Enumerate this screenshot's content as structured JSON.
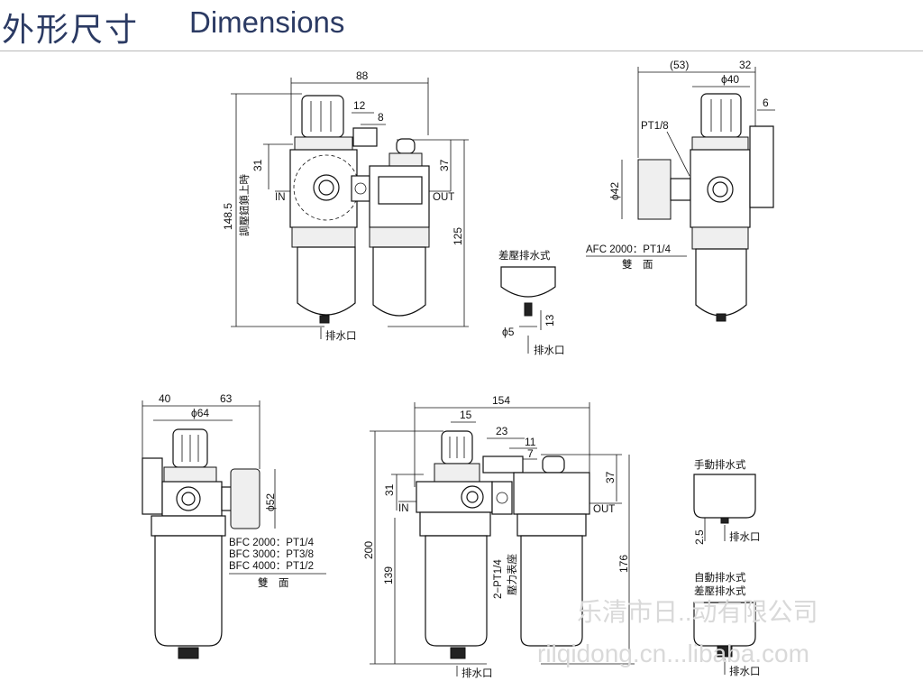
{
  "header": {
    "title_cn": "外形尺寸",
    "title_en": "Dimensions"
  },
  "fig1": {
    "d_width": "88",
    "d_12": "12",
    "d_8": "8",
    "d_31": "31",
    "d_37": "37",
    "d_height": "148.5",
    "d_125": "125",
    "knob_note": "調壓鈕鎖上時",
    "in": "IN",
    "out": "OUT",
    "drain": "排水口"
  },
  "fig2": {
    "title": "差壓排水式",
    "d_phi5": "ϕ5",
    "d_13": "13",
    "drain": "排水口"
  },
  "fig3": {
    "d_53": "(53)",
    "d_32": "32",
    "d_phi40": "ϕ40",
    "d_6": "6",
    "port": "PT1/8",
    "d_phi42": "ϕ42",
    "afc": "AFC 2000：PT1/4",
    "both_sides": "雙　面"
  },
  "fig4": {
    "d_40": "40",
    "d_63": "63",
    "d_phi64": "ϕ64",
    "d_phi52": "ϕ52",
    "bfc2000": "BFC 2000：PT1/4",
    "bfc3000": "BFC 3000：PT3/8",
    "bfc4000": "BFC 4000：PT1/2",
    "both_sides": "雙　面"
  },
  "fig5": {
    "d_154": "154",
    "d_15": "15",
    "d_23": "23",
    "d_11": "11",
    "d_7": "7",
    "d_31": "31",
    "d_37": "37",
    "d_200": "200",
    "d_139": "139",
    "d_176": "176",
    "gauge": "2−PT1/4",
    "gauge_seat": "壓力表座",
    "in": "IN",
    "out": "OUT",
    "drain": "排水口"
  },
  "fig6": {
    "manual": "手動排水式",
    "d_25": "2.5",
    "drain1": "排水口",
    "auto": "自動排水式",
    "diff": "差壓排水式",
    "drain2": "排水口"
  },
  "watermark": {
    "line1": "乐清市日..动有限公司",
    "line2": "rilqidong.cn...libaba.com"
  }
}
